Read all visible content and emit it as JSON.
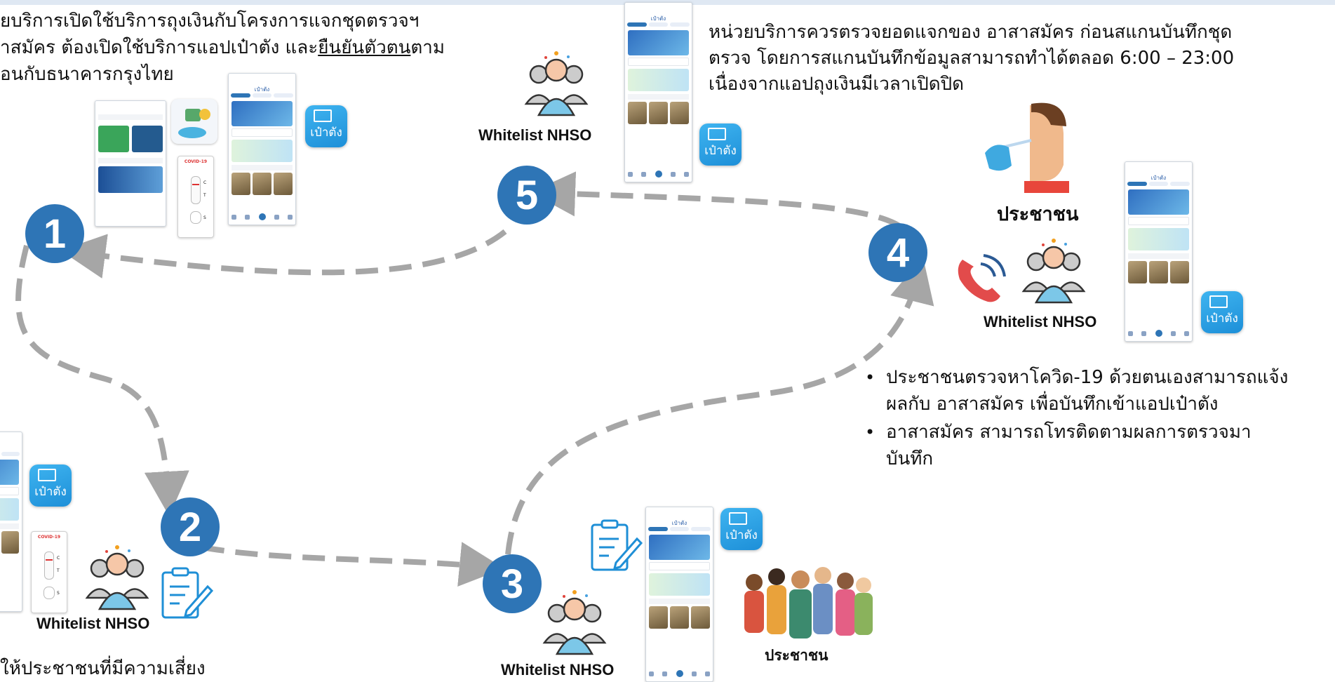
{
  "steps": {
    "s1": "1",
    "s2": "2",
    "s3": "3",
    "s4": "4",
    "s5": "5"
  },
  "texts": {
    "top_left_line1": "ยบริการเปิดใช้บริการถุงเงินกับโครงการแจกชุดตรวจฯ",
    "top_left_line2a": "าสมัคร ต้องเปิดใช้บริการแอปเป๋าตัง และ",
    "top_left_line2_underline": "ยืนยันตัวตน",
    "top_left_line2b": "ตาม",
    "top_left_line3": "อนกับธนาคารกรุงไทย",
    "top_right_line1": "หน่วยบริการควรตรวจยอดแจกของ อาสาสมัคร ก่อนสแกนบันทึกชุด",
    "top_right_line2": "ตรวจ โดยการสแกนบันทึกข้อมูลสามารถทำได้ตลอด 6:00 – 23:00",
    "top_right_line3": "เนื่องจากแอปถุงเงินมีเวลาเปิดปิด",
    "bullet1_line1": "ประชาชนตรวจหาโควิด-19 ด้วยตนเองสามารถแจ้ง",
    "bullet1_line2": "ผลกับ อาสาสมัคร เพื่อบันทึกเข้าแอปเป๋าตัง",
    "bullet2_line1": "อาสาสมัคร สามารถโทรติดตามผลการตรวจมา",
    "bullet2_line2": "บันทึก",
    "bottom_left": "ให้ประชาชนที่มีความเสี่ยง",
    "bullet_mark": "•"
  },
  "labels": {
    "whitelist_top": "Whitelist NHSO",
    "whitelist_right": "Whitelist NHSO",
    "whitelist_bottom_left": "Whitelist NHSO",
    "whitelist_bottom_mid": "Whitelist NHSO",
    "people_right": "ประชาชน",
    "people_bottom": "ประชาชน"
  },
  "app": {
    "icon_text": "เป๋าตัง",
    "phone_title": "เป๋าตัง",
    "kit_title": "COVID-19",
    "kit_c": "C",
    "kit_t": "T",
    "kit_s": "S"
  },
  "colors": {
    "step_circle": "#2e75b6",
    "arrow": "#a6a6a6",
    "app_icon": "#2a9de6"
  }
}
